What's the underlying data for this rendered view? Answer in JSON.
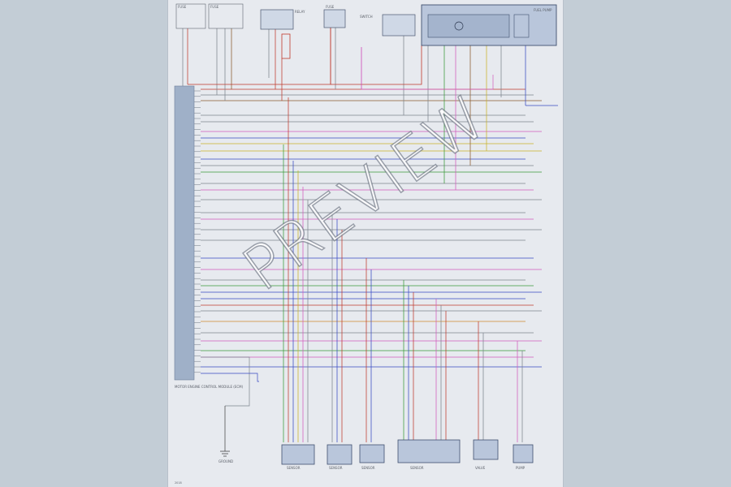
{
  "watermark": "PREVIEW",
  "ecm_label": "MOTOR ENGINE CONTROL MODULE (ECM)",
  "page_ref": "2018",
  "colors": {
    "sheet": "#e7eaef",
    "red": "#c0392b",
    "pink": "#d25bbd",
    "green": "#3a9a3a",
    "yellow": "#c9b228",
    "blue": "#3748c2",
    "brown": "#8a5a2b",
    "grey": "#7c848e",
    "orange": "#d08a2c",
    "ecm_block": "#9fb0c8"
  },
  "top_boxes": [
    {
      "id": "fuse-a",
      "label": "FUSE"
    },
    {
      "id": "fuse-b",
      "label": "FUSE"
    },
    {
      "id": "relay",
      "label": "RELAY"
    },
    {
      "id": "fuse-c",
      "label": "FUSE"
    },
    {
      "id": "switch",
      "label": "SWITCH"
    },
    {
      "id": "pump-module",
      "label": "FUEL PUMP"
    }
  ],
  "bottom_components": [
    {
      "id": "sensor-1",
      "label": "SENSOR"
    },
    {
      "id": "sensor-2",
      "label": "SENSOR"
    },
    {
      "id": "sensor-3",
      "label": "SENSOR"
    },
    {
      "id": "sensor-4",
      "label": "SENSOR"
    },
    {
      "id": "valve",
      "label": "VALVE"
    },
    {
      "id": "pump",
      "label": "PUMP"
    }
  ],
  "ground_label": "GROUND"
}
